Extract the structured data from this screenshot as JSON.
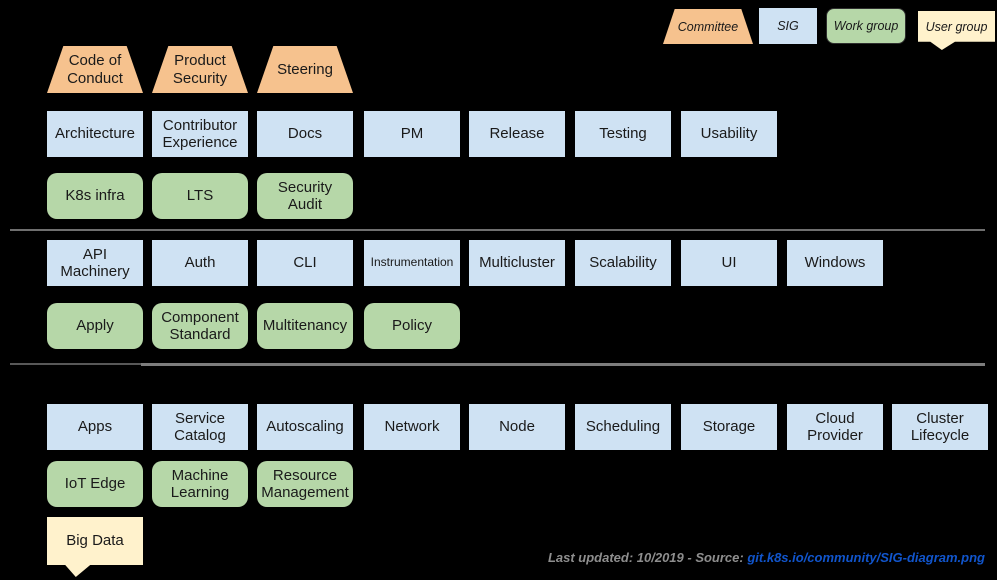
{
  "legend": {
    "items": [
      {
        "label": "Committee",
        "type": "committee"
      },
      {
        "label": "SIG",
        "type": "sig"
      },
      {
        "label": "Work group",
        "type": "work_group"
      },
      {
        "label": "User group",
        "type": "user_group"
      }
    ]
  },
  "groups": {
    "committees": {
      "items": [
        "Code of Conduct",
        "Product Security",
        "Steering"
      ]
    },
    "sigs_row1": {
      "items": [
        "Architecture",
        "Contributor Experience",
        "Docs",
        "PM",
        "Release",
        "Testing",
        "Usability"
      ]
    },
    "workgroups_row1": {
      "items": [
        "K8s infra",
        "LTS",
        "Security Audit"
      ]
    },
    "sigs_row2": {
      "items": [
        "API Machinery",
        "Auth",
        "CLI",
        "Instrumentation",
        "Multicluster",
        "Scalability",
        "UI",
        "Windows"
      ]
    },
    "workgroups_row2": {
      "items": [
        "Apply",
        "Component Standard",
        "Multitenancy",
        "Policy"
      ]
    },
    "sigs_row3": {
      "items": [
        "Apps",
        "Service Catalog",
        "Autoscaling",
        "Network",
        "Node",
        "Scheduling",
        "Storage",
        "Cloud Provider",
        "Cluster Lifecycle"
      ]
    },
    "workgroups_row3": {
      "items": [
        "IoT Edge",
        "Machine Learning",
        "Resource Management"
      ]
    },
    "usergroups": {
      "items": [
        "Big Data"
      ]
    }
  },
  "footer": {
    "updated_text": "Last updated: 10/2019 - Source: ",
    "link_text": "git.k8s.io/community/SIG-diagram.png"
  },
  "colors": {
    "background": "#000000",
    "committee": "#F6C28E",
    "sig": "#CFE2F3",
    "work_group": "#B6D7A8",
    "user_group": "#FFF2CC",
    "separator": "#777777",
    "text": "#1A1A1A",
    "footer_text": "#8E8E8E",
    "link": "#1155CC"
  }
}
